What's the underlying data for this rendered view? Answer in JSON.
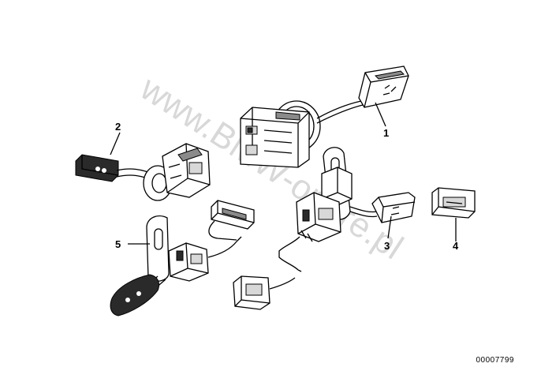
{
  "watermark": "www.BMW-oribre.pl",
  "callouts": [
    {
      "id": "1",
      "label": "1"
    },
    {
      "id": "2",
      "label": "2"
    },
    {
      "id": "3",
      "label": "3"
    },
    {
      "id": "4",
      "label": "4"
    },
    {
      "id": "5",
      "label": "5"
    }
  ],
  "diagram_number": "00007799"
}
